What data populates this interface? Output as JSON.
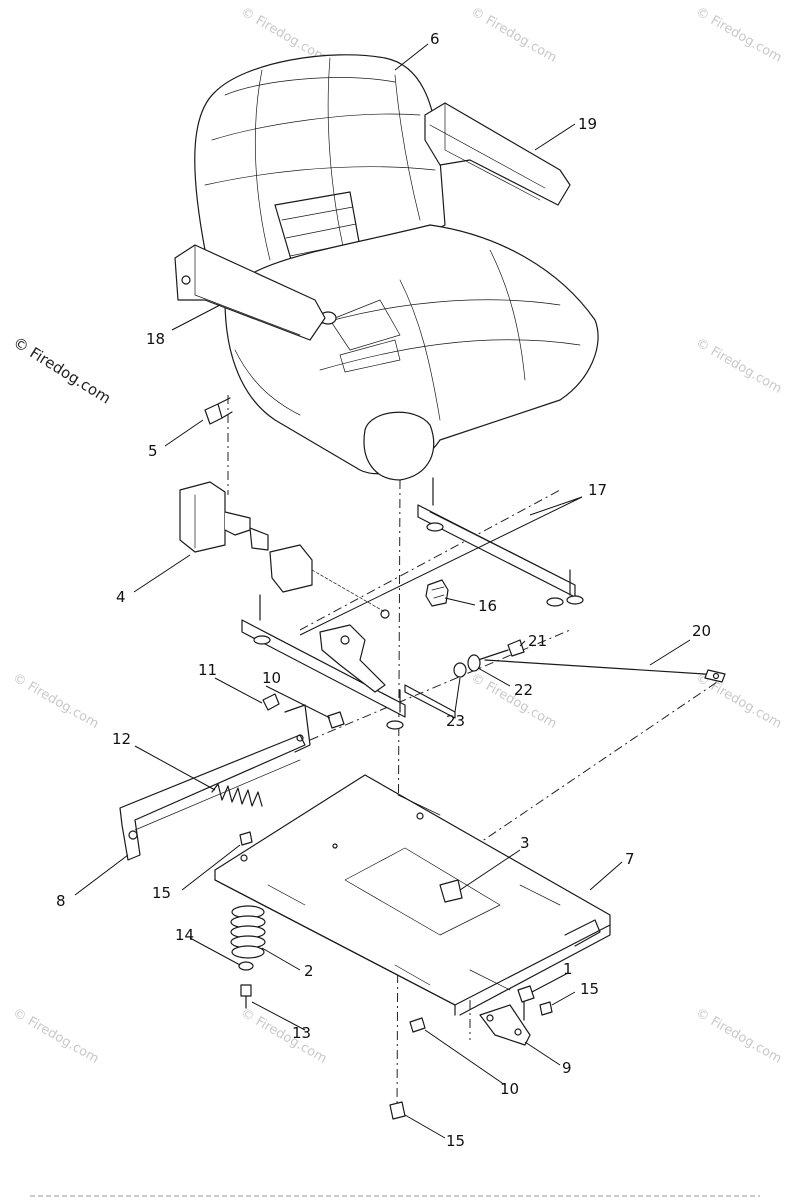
{
  "diagram": {
    "watermark_main": "© Firedog.com",
    "watermark": "© Firedog.com",
    "callouts": [
      {
        "id": "c1",
        "text": "1"
      },
      {
        "id": "c2",
        "text": "2"
      },
      {
        "id": "c3",
        "text": "3"
      },
      {
        "id": "c4",
        "text": "4"
      },
      {
        "id": "c5",
        "text": "5"
      },
      {
        "id": "c6",
        "text": "6"
      },
      {
        "id": "c7",
        "text": "7"
      },
      {
        "id": "c8",
        "text": "8"
      },
      {
        "id": "c9",
        "text": "9"
      },
      {
        "id": "c10a",
        "text": "10"
      },
      {
        "id": "c10b",
        "text": "10"
      },
      {
        "id": "c11",
        "text": "11"
      },
      {
        "id": "c12",
        "text": "12"
      },
      {
        "id": "c13",
        "text": "13"
      },
      {
        "id": "c14",
        "text": "14"
      },
      {
        "id": "c15a",
        "text": "15"
      },
      {
        "id": "c15b",
        "text": "15"
      },
      {
        "id": "c15c",
        "text": "15"
      },
      {
        "id": "c16",
        "text": "16"
      },
      {
        "id": "c17",
        "text": "17"
      },
      {
        "id": "c18",
        "text": "18"
      },
      {
        "id": "c19",
        "text": "19"
      },
      {
        "id": "c20",
        "text": "20"
      },
      {
        "id": "c21",
        "text": "21"
      },
      {
        "id": "c22",
        "text": "22"
      },
      {
        "id": "c23",
        "text": "23"
      }
    ]
  }
}
